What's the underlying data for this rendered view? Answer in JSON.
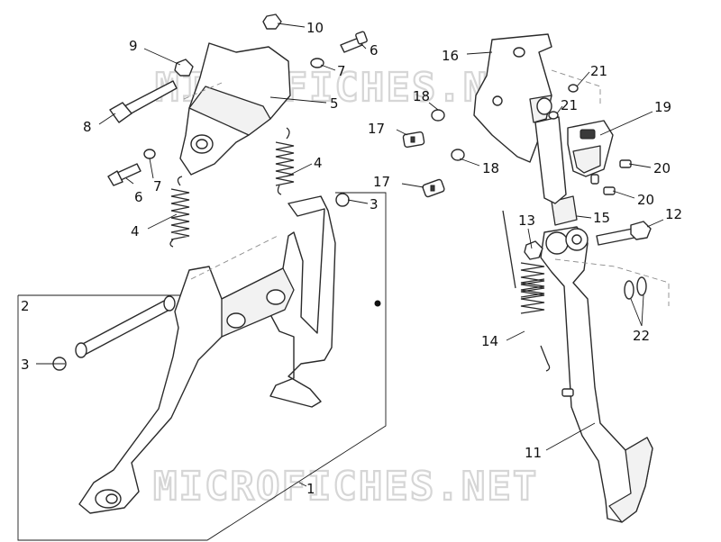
{
  "watermark": "MICROFICHES.NET",
  "callouts": {
    "c1": "1",
    "c2": "2",
    "c3": "3",
    "c4": "4",
    "c5": "5",
    "c6": "6",
    "c7": "7",
    "c8": "8",
    "c9": "9",
    "c10": "10",
    "c11": "11",
    "c12": "12",
    "c13": "13",
    "c14": "14",
    "c15": "15",
    "c16": "16",
    "c17": "17",
    "c18": "18",
    "c19": "19",
    "c20": "20",
    "c21": "21",
    "c22": "22"
  }
}
